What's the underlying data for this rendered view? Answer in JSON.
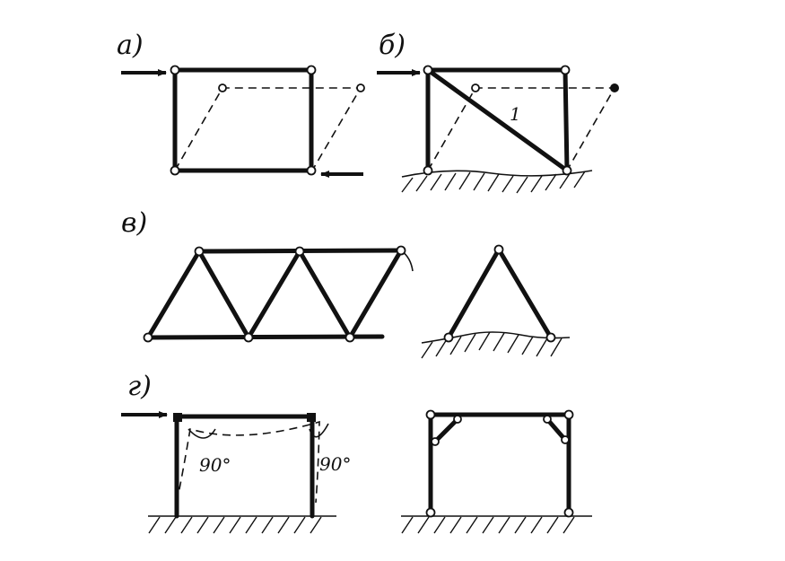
{
  "panels": {
    "a": {
      "label": "а)"
    },
    "b": {
      "label": "б)",
      "member_label": "1"
    },
    "v": {
      "label": "в)"
    },
    "g": {
      "label": "г)",
      "angle_left": "90°",
      "angle_right": "90°"
    }
  },
  "colors": {
    "ink": "#111111",
    "paper": "#ffffff"
  }
}
